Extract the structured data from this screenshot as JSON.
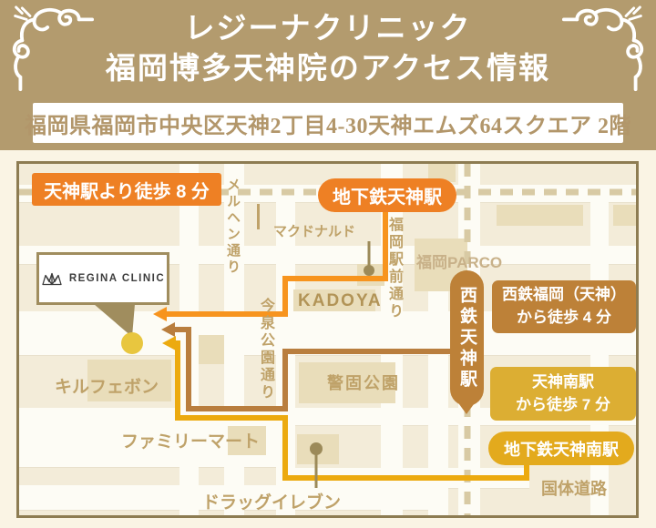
{
  "header": {
    "title_line1": "レジーナクリニック",
    "title_line2": "福岡博多天神院のアクセス情報",
    "address": "福岡県福岡市中央区天神2丁目4-30天神エムズ64スクエア 2階"
  },
  "badges": {
    "tenjin_walk8": "天神駅より徒歩 8 分",
    "chikatetsu_tenjin": "地下鉄天神駅",
    "nishitetsu_tenjin_sta": "西鉄天神駅",
    "nishitetsu_walk_line1": "西鉄福岡（天神）",
    "nishitetsu_walk_line2": "から徒歩 4 分",
    "minami_walk_line1": "天神南駅",
    "minami_walk_line2": "から徒歩 7 分",
    "chikatetsu_minami": "地下鉄天神南駅"
  },
  "labels": {
    "mcdonalds": "マクドナルド",
    "merhen_dori": "メルヘン通り",
    "fukuoka_ekimae_dori": "福岡駅前通り",
    "imaizumi_koen_dori": "今泉公園通り",
    "fukuoka_parco": "福岡PARCO",
    "kadoya": "KADOYA",
    "kego_koen": "警固公園",
    "quil_fait_bon": "キルフェボン",
    "familymart": "ファミリーマート",
    "drug_eleven": "ドラッグイレブン",
    "kokutai_doro": "国体道路"
  },
  "clinic": {
    "name": "REGINA CLINIC"
  },
  "colors": {
    "header_gold": "#b39b6e",
    "page_cream": "#faf4e4",
    "map_bg": "#f3ecd9",
    "map_border": "#8d7c52",
    "street_white": "#fdfcf5",
    "building_beige": "#e9ddba",
    "label_tan": "#bfa269",
    "badge_orange": "#ee8024",
    "badge_brown": "#bd8138",
    "badge_amber": "#dcae33",
    "route_orange": "#f7941e",
    "route_brown": "#b97e3e",
    "route_amber": "#ecaa0f",
    "subway_dash": "#d8caa4",
    "pin_yellow": "#e8c63f",
    "marker_dot": "#9c8a59"
  }
}
